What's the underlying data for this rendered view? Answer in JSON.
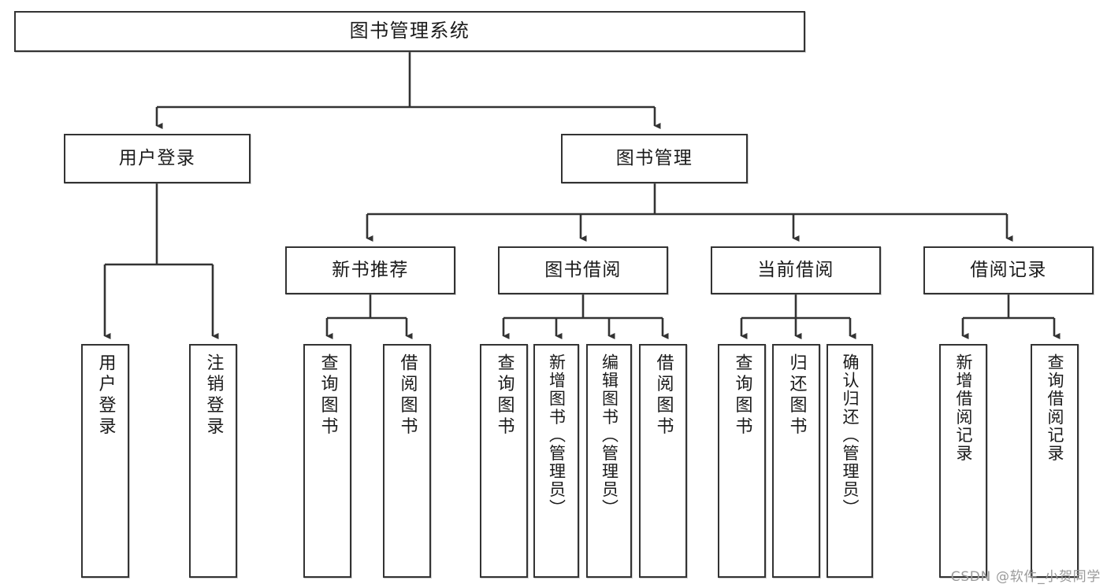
{
  "diagram": {
    "type": "tree",
    "title": "图书管理系统",
    "orientation": "top-down",
    "colors": {
      "box_border": "#333333",
      "box_fill": "#ffffff",
      "edge": "#333333",
      "text": "#1a1a1a",
      "watermark": "#9a9a9a",
      "background": "#ffffff"
    },
    "levels": 4
  },
  "root": {
    "label": "图书管理系统"
  },
  "level2": [
    {
      "label": "用户登录"
    },
    {
      "label": "图书管理"
    }
  ],
  "level3": [
    {
      "label": "新书推荐"
    },
    {
      "label": "图书借阅"
    },
    {
      "label": "当前借阅"
    },
    {
      "label": "借阅记录"
    }
  ],
  "leaves": {
    "user_login": [
      {
        "label": "用户登录"
      },
      {
        "label": "注销登录"
      }
    ],
    "new_book_recommend": [
      {
        "label": "查询图书"
      },
      {
        "label": "借阅图书"
      }
    ],
    "book_borrow": [
      {
        "label": "查询图书"
      },
      {
        "label": "新增图书（管理员）"
      },
      {
        "label": "编辑图书（管理员）"
      },
      {
        "label": "借阅图书"
      }
    ],
    "current_borrow": [
      {
        "label": "查询图书"
      },
      {
        "label": "归还图书"
      },
      {
        "label": "确认归还（管理员）"
      }
    ],
    "borrow_record": [
      {
        "label": "新增借阅记录"
      },
      {
        "label": "查询借阅记录"
      }
    ]
  },
  "watermark": {
    "text": "CSDN @软件_小贺同学"
  }
}
